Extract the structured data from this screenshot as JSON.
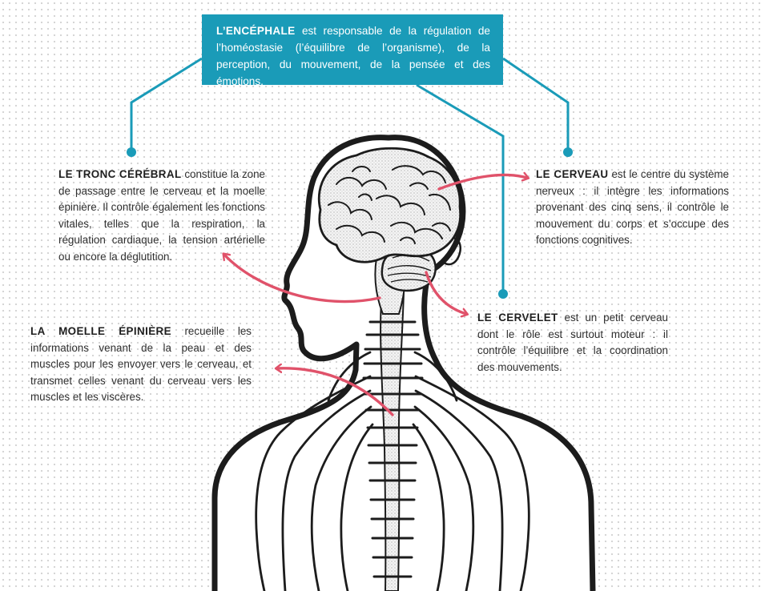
{
  "encephale": {
    "lead": "L’ENCÉPHALE",
    "text": " est responsable de la régulation de l’homéostasie (l’équilibre de l’organisme), de la perception, du mouvement, de la pensée et des émotions."
  },
  "tronc_cerebral": {
    "lead": "LE TRONC CÉRÉBRAL",
    "text": " constitue la zone de passage entre le cerveau et la moelle épinière. Il contrôle également les fonctions vitales, telles que la respiration, la régulation cardiaque, la tension artérielle ou encore la déglutition."
  },
  "cerveau": {
    "lead": "LE CERVEAU",
    "text": " est le centre du système nerveux : il intègre les informations provenant des cinq sens, il contrôle le mouvement du corps et s’occupe des fonctions cognitives."
  },
  "cervelet": {
    "lead": "LE CERVELET",
    "text": " est un petit cerveau dont le rôle est surtout moteur : il contrôle l’équilibre et la coordination des mouvements."
  },
  "moelle_epiniere": {
    "lead": "LA MOELLE ÉPINIÈRE",
    "text": " recueille les informations venant de la peau et des muscles pour les envoyer vers le cerveau, et transmet celles venant du cerveau vers les muscles et les viscères."
  },
  "colors": {
    "accent": "#1a9bb8",
    "arrow": "#e0526a",
    "outline": "#1c1c1c",
    "dots": "#d3d3d3"
  }
}
